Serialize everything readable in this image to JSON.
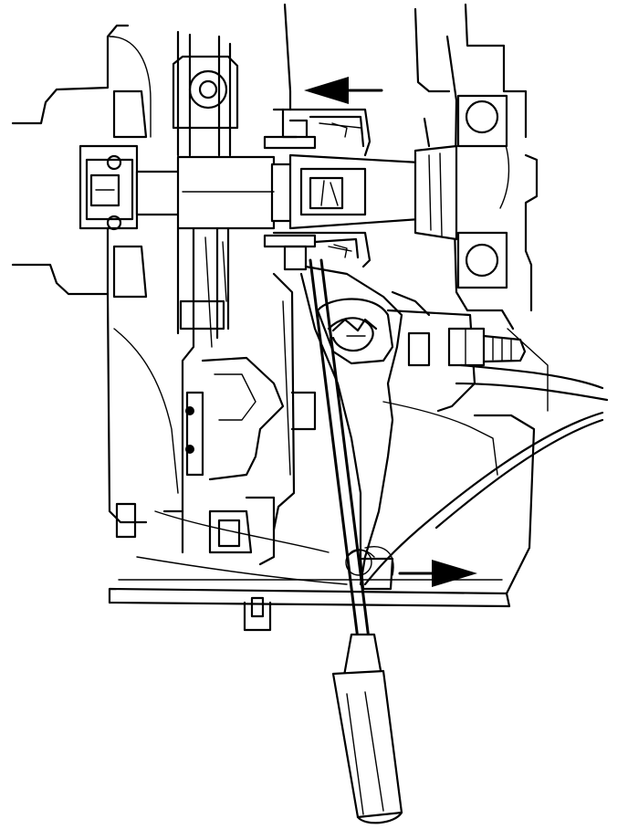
{
  "colors": {
    "line": "#000000",
    "background": "#ffffff"
  },
  "arrows": [
    {
      "id": "upper",
      "direction": "left"
    },
    {
      "id": "lower",
      "direction": "right"
    }
  ]
}
